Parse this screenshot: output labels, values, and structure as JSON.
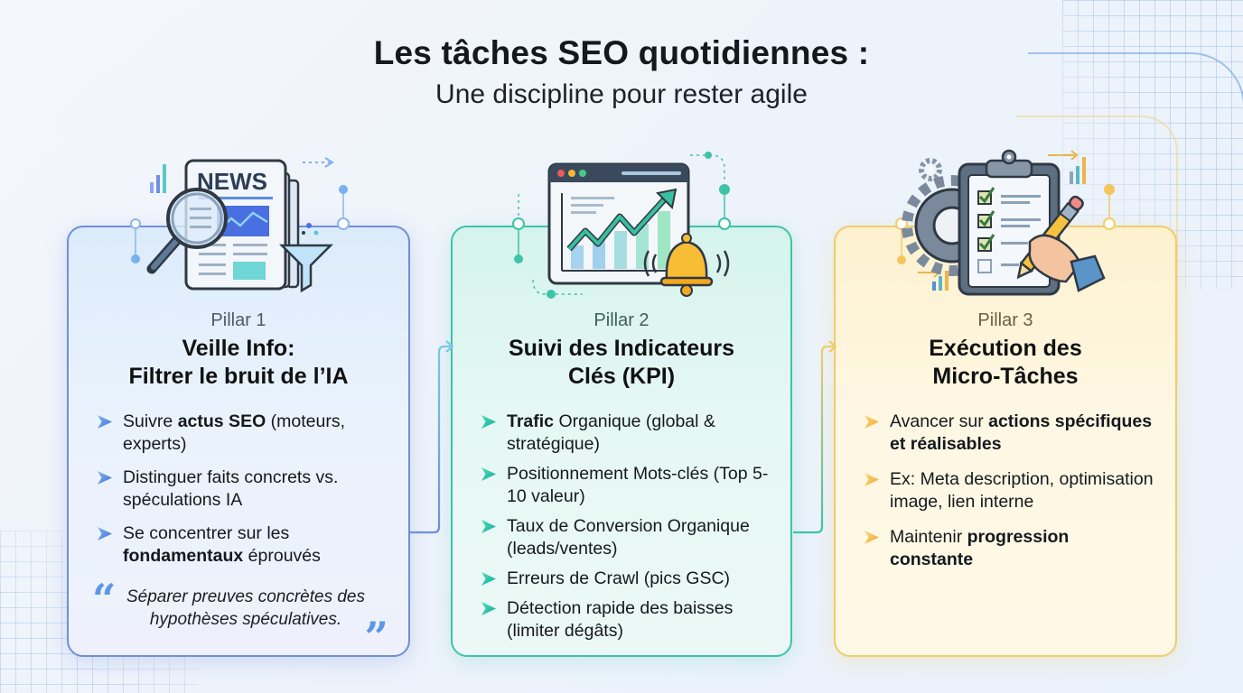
{
  "header": {
    "title": "Les tâches SEO quotidiennes :",
    "subtitle": "Une discipline pour rester agile"
  },
  "colors": {
    "pillar1": "#6f8fd8",
    "pillar2": "#3cc4a6",
    "pillar3": "#f0cd6a",
    "quote_mark": "#5d97e6"
  },
  "pillars": [
    {
      "label": "Pillar 1",
      "title_line1": "Veille Info:",
      "title_line2": "Filtrer le bruit de l’IA",
      "icon": "newspaper-magnifier-funnel-icon",
      "bullets": [
        {
          "pre": "Suivre ",
          "bold": "actus SEO",
          "post": " (moteurs, experts)"
        },
        {
          "pre": "Distinguer faits concrets vs. spéculations IA",
          "bold": "",
          "post": ""
        },
        {
          "pre": "Se concentrer sur les ",
          "bold": "fondamentaux",
          "post": " éprouvés"
        }
      ],
      "quote": "Séparer preuves concrètes des hypothèses spéculatives."
    },
    {
      "label": "Pillar 2",
      "title_line1": "Suivi des Indicateurs",
      "title_line2": "Clés (KPI)",
      "icon": "analytics-chart-bell-icon",
      "bullets": [
        {
          "pre": "",
          "bold": "Trafic",
          "post": " Organique (global & stratégique)"
        },
        {
          "pre": "Positionnement Mots-clés (Top 5-10 valeur)",
          "bold": "",
          "post": ""
        },
        {
          "pre": "Taux de Conversion Organique (leads/ventes)",
          "bold": "",
          "post": ""
        },
        {
          "pre": "Erreurs de Crawl (pics GSC)",
          "bold": "",
          "post": ""
        },
        {
          "pre": "Détection rapide des baisses (limiter dégâts)",
          "bold": "",
          "post": ""
        }
      ]
    },
    {
      "label": "Pillar 3",
      "title_line1": "Exécution des",
      "title_line2": "Micro-Tâches",
      "icon": "clipboard-checklist-gear-pencil-icon",
      "bullets": [
        {
          "pre": "Avancer sur ",
          "bold": "actions spécifiques et réalisables",
          "post": ""
        },
        {
          "pre": "Ex: Meta description, optimisation image, lien interne",
          "bold": "",
          "post": ""
        },
        {
          "pre": "Maintenir ",
          "bold": "progression constante",
          "post": ""
        }
      ]
    }
  ],
  "icon_labels": {
    "news": "NEWS"
  }
}
